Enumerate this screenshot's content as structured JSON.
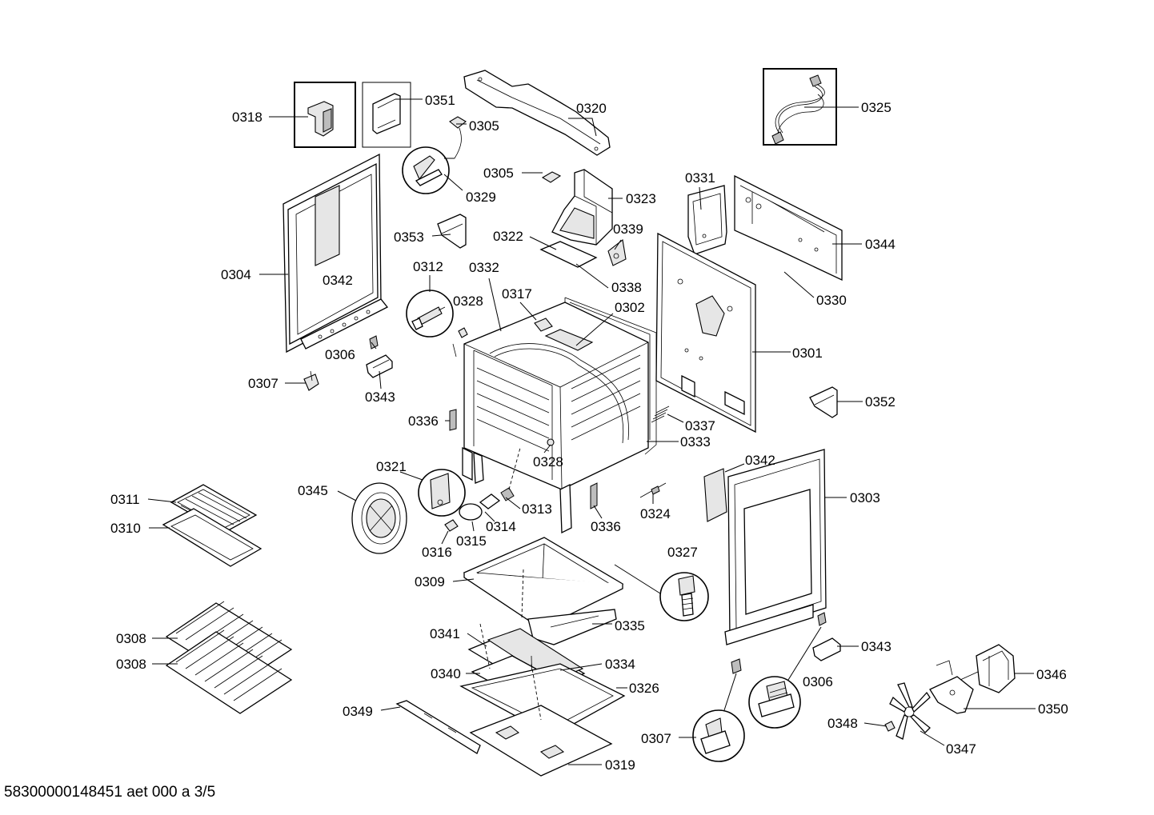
{
  "diagram": {
    "footer_code": "58300000148451 aet 000 a 3/5",
    "callouts": [
      {
        "id": "c0318",
        "label": "0318"
      },
      {
        "id": "c0351",
        "label": "0351"
      },
      {
        "id": "c0305a",
        "label": "0305"
      },
      {
        "id": "c0320",
        "label": "0320"
      },
      {
        "id": "c0325",
        "label": "0325"
      },
      {
        "id": "c0305b",
        "label": "0305"
      },
      {
        "id": "c0329",
        "label": "0329"
      },
      {
        "id": "c0323",
        "label": "0323"
      },
      {
        "id": "c0331",
        "label": "0331"
      },
      {
        "id": "c0353",
        "label": "0353"
      },
      {
        "id": "c0322",
        "label": "0322"
      },
      {
        "id": "c0339",
        "label": "0339"
      },
      {
        "id": "c0344",
        "label": "0344"
      },
      {
        "id": "c0304",
        "label": "0304"
      },
      {
        "id": "c0342a",
        "label": "0342"
      },
      {
        "id": "c0312",
        "label": "0312"
      },
      {
        "id": "c0332",
        "label": "0332"
      },
      {
        "id": "c0338",
        "label": "0338"
      },
      {
        "id": "c0330",
        "label": "0330"
      },
      {
        "id": "c0317",
        "label": "0317"
      },
      {
        "id": "c0328a",
        "label": "0328"
      },
      {
        "id": "c0302",
        "label": "0302"
      },
      {
        "id": "c0306a",
        "label": "0306"
      },
      {
        "id": "c0301",
        "label": "0301"
      },
      {
        "id": "c0307a",
        "label": "0307"
      },
      {
        "id": "c0343a",
        "label": "0343"
      },
      {
        "id": "c0352",
        "label": "0352"
      },
      {
        "id": "c0336a",
        "label": "0336"
      },
      {
        "id": "c0337",
        "label": "0337"
      },
      {
        "id": "c0333",
        "label": "0333"
      },
      {
        "id": "c0328b",
        "label": "0328"
      },
      {
        "id": "c0342b",
        "label": "0342"
      },
      {
        "id": "c0321",
        "label": "0321"
      },
      {
        "id": "c0345",
        "label": "0345"
      },
      {
        "id": "c0311",
        "label": "0311"
      },
      {
        "id": "c0313",
        "label": "0313"
      },
      {
        "id": "c0303",
        "label": "0303"
      },
      {
        "id": "c0324",
        "label": "0324"
      },
      {
        "id": "c0310",
        "label": "0310"
      },
      {
        "id": "c0314",
        "label": "0314"
      },
      {
        "id": "c0336b",
        "label": "0336"
      },
      {
        "id": "c0315",
        "label": "0315"
      },
      {
        "id": "c0316",
        "label": "0316"
      },
      {
        "id": "c0327",
        "label": "0327"
      },
      {
        "id": "c0309",
        "label": "0309"
      },
      {
        "id": "c0335",
        "label": "0335"
      },
      {
        "id": "c0308a",
        "label": "0308"
      },
      {
        "id": "c0341",
        "label": "0341"
      },
      {
        "id": "c0343b",
        "label": "0343"
      },
      {
        "id": "c0308b",
        "label": "0308"
      },
      {
        "id": "c0334",
        "label": "0334"
      },
      {
        "id": "c0346",
        "label": "0346"
      },
      {
        "id": "c0340",
        "label": "0340"
      },
      {
        "id": "c0306b",
        "label": "0306"
      },
      {
        "id": "c0326",
        "label": "0326"
      },
      {
        "id": "c0350",
        "label": "0350"
      },
      {
        "id": "c0349",
        "label": "0349"
      },
      {
        "id": "c0348",
        "label": "0348"
      },
      {
        "id": "c0307b",
        "label": "0307"
      },
      {
        "id": "c0347",
        "label": "0347"
      },
      {
        "id": "c0319",
        "label": "0319"
      }
    ]
  }
}
